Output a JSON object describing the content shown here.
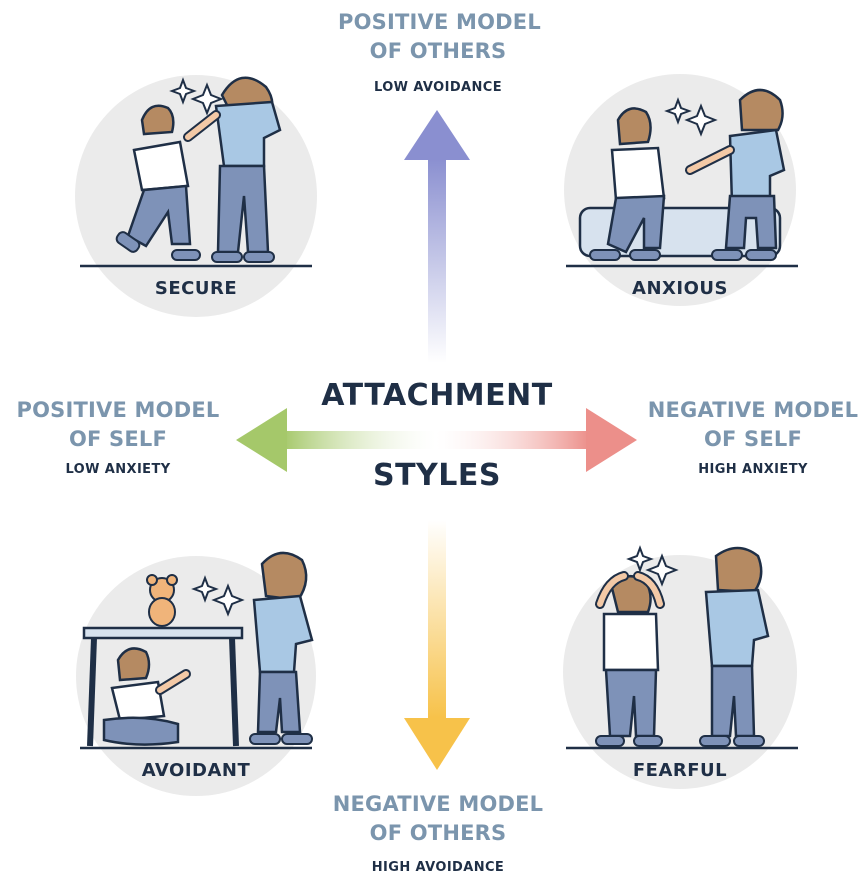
{
  "center": {
    "line1": "ATTACHMENT",
    "line2": "STYLES"
  },
  "top": {
    "line1": "POSITIVE MODEL",
    "line2": "OF OTHERS",
    "sub": "LOW AVOIDANCE"
  },
  "bottom": {
    "line1": "NEGATIVE MODEL",
    "line2": "OF OTHERS",
    "sub": "HIGH AVOIDANCE"
  },
  "left": {
    "line1": "POSITIVE MODEL",
    "line2": "OF SELF",
    "sub": "LOW ANXIETY"
  },
  "right": {
    "line1": "NEGATIVE MODEL",
    "line2": "OF SELF",
    "sub": "HIGH ANXIETY"
  },
  "quadrants": {
    "secure": {
      "label": "SECURE"
    },
    "anxious": {
      "label": "ANXIOUS"
    },
    "avoidant": {
      "label": "AVOIDANT"
    },
    "fearful": {
      "label": "FEARFUL"
    }
  },
  "colors": {
    "text_dark": "#1f2f46",
    "text_blue": "#7b95ad",
    "arrow_up": "#8a8fd0",
    "arrow_down": "#f7c24a",
    "arrow_left": "#a5c86a",
    "arrow_right": "#ec8f8a",
    "circle": "#ebebeb",
    "shirt_blue": "#a9c8e4",
    "pants_blue": "#7e92b8",
    "hair": "#b58a62",
    "skin": "#f3c9a6"
  }
}
